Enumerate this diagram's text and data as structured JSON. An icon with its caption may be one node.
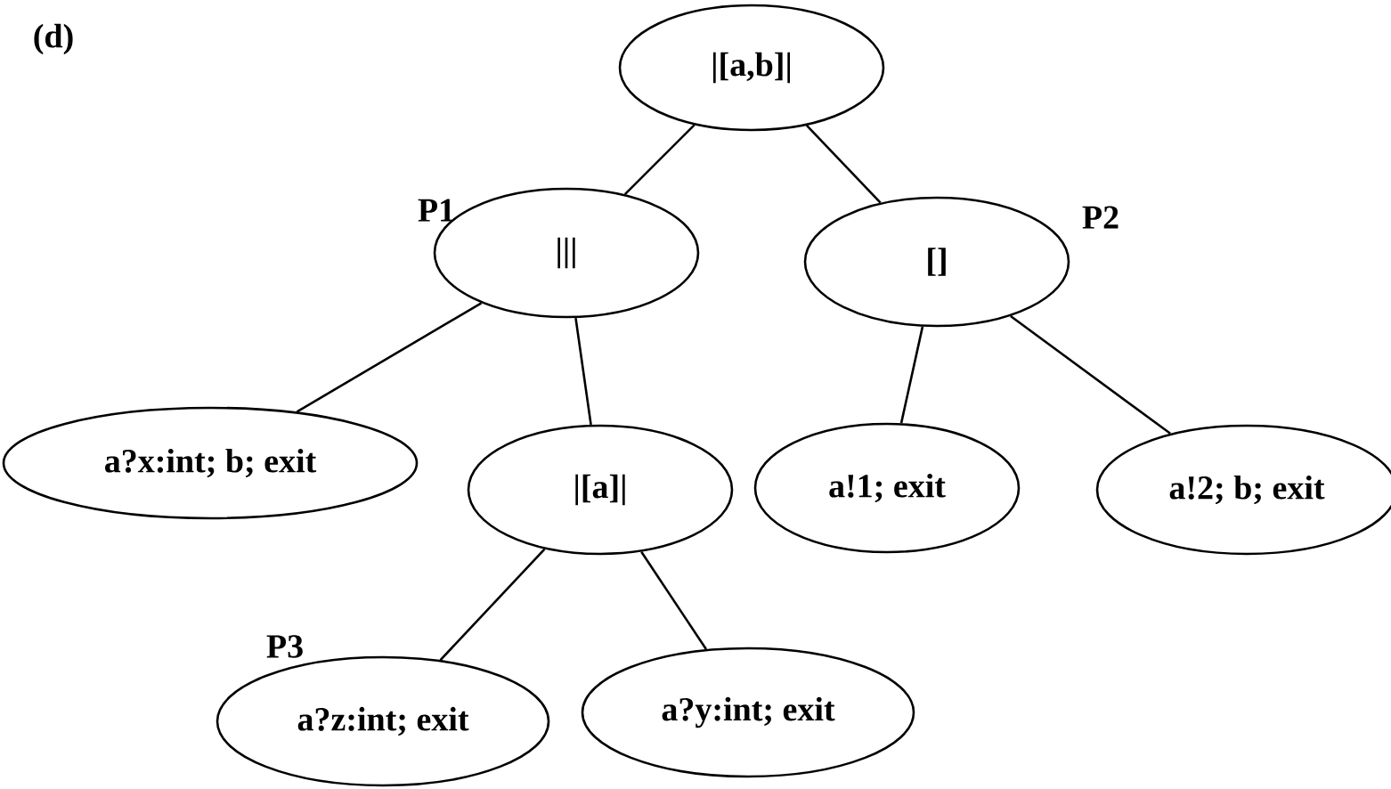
{
  "diagram": {
    "nodes": [
      {
        "text": [
          "|[a,b]|"
        ]
      },
      {
        "text": [
          "|||"
        ],
        "beside": [
          "P1"
        ]
      },
      {
        "text": [
          "[]"
        ],
        "beside": [
          "P2"
        ]
      },
      {
        "text": [
          "a?x:int; b; exit"
        ]
      },
      {
        "text": [
          "|[a]|"
        ]
      },
      {
        "text": [
          "a!1; exit"
        ]
      },
      {
        "text": [
          "a!2; b; exit"
        ]
      },
      {
        "text": [
          "a?z:int; exit"
        ],
        "beside": [
          "P3"
        ]
      },
      {
        "text": [
          "a?y:int; exit"
        ]
      }
    ],
    "edges": [
      {
        "from": 0,
        "to": 1,
        "arrow": "none"
      },
      {
        "from": 0,
        "to": 2,
        "arrow": "none"
      },
      {
        "from": 1,
        "to": 3,
        "arrow": "none"
      },
      {
        "from": 1,
        "to": 4,
        "arrow": "none"
      },
      {
        "from": 2,
        "to": 5,
        "arrow": "none"
      },
      {
        "from": 2,
        "to": 6,
        "arrow": "none"
      },
      {
        "from": 4,
        "to": 7,
        "arrow": "none"
      },
      {
        "from": 4,
        "to": 8,
        "arrow": "none"
      }
    ],
    "labels": [
      "(d)"
    ]
  }
}
